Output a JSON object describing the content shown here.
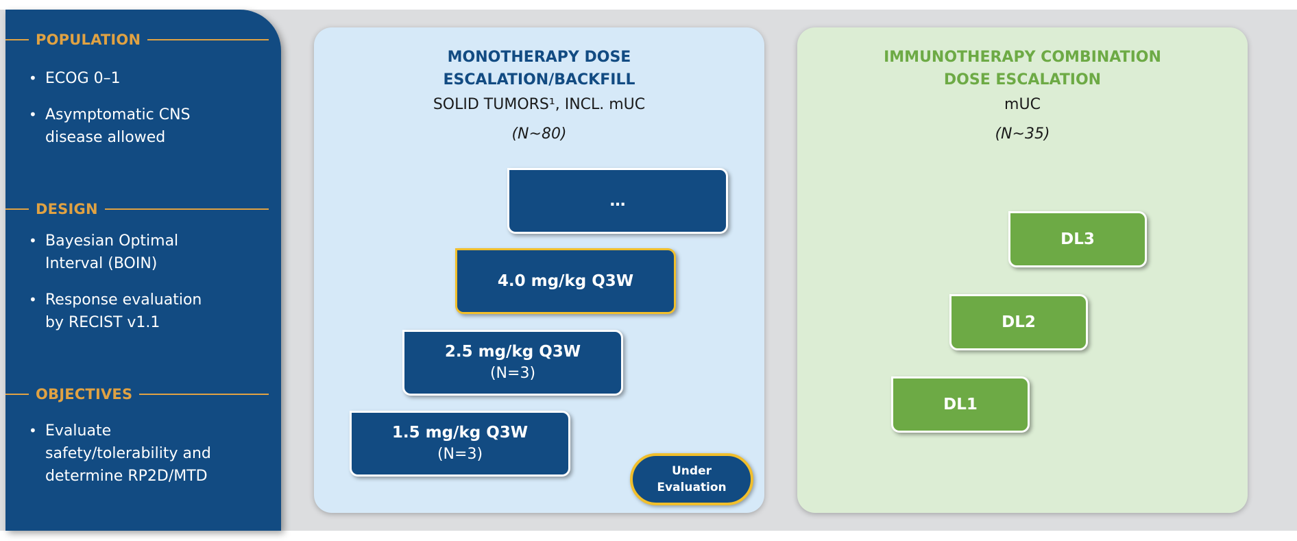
{
  "sidebar": {
    "population": {
      "title": "POPULATION",
      "items": [
        "ECOG 0–1",
        "Asymptomatic CNS disease allowed"
      ]
    },
    "design": {
      "title": "DESIGN",
      "items": [
        "Bayesian Optimal Interval (BOIN)",
        "Response evaluation by RECIST v1.1"
      ]
    },
    "objectives": {
      "title": "OBJECTIVES",
      "items": [
        "Evaluate safety/tolerability and determine RP2D/MTD"
      ]
    }
  },
  "monotherapy": {
    "title_line1": "MONOTHERAPY DOSE",
    "title_line2": "ESCALATION/BACKFILL",
    "subtitle": "SOLID TUMORS¹, INCL. mUC",
    "n": "(N~80)",
    "doses": [
      {
        "label": "…",
        "n": ""
      },
      {
        "label": "4.0 mg/kg Q3W",
        "n": "",
        "under_evaluation": true
      },
      {
        "label": "2.5 mg/kg Q3W",
        "n": "(N=3)"
      },
      {
        "label": "1.5 mg/kg Q3W",
        "n": "(N=3)"
      }
    ],
    "legend_line1": "Under",
    "legend_line2": "Evaluation"
  },
  "combination": {
    "title_line1": "IMMUNOTHERAPY COMBINATION",
    "title_line2": "DOSE ESCALATION",
    "subtitle": "mUC",
    "n": "(N~35)",
    "levels": [
      "DL3",
      "DL2",
      "DL1"
    ]
  },
  "colors": {
    "navy": "#124b82",
    "gold": "#e0a243",
    "evaluation_border": "#f1bf2c",
    "green": "#6daa45",
    "mono_panel": "#d6e9f8",
    "combo_panel": "#dcedd4"
  }
}
